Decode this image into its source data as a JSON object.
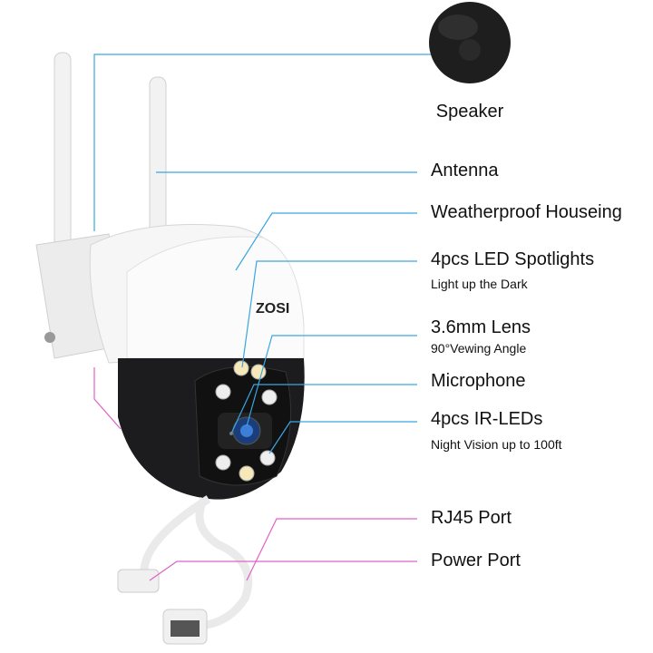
{
  "brand": "ZOSI",
  "colors": {
    "blue_line": "#3aa6e0",
    "pink_line": "#e062c6",
    "body": "#f4f4f4",
    "dome": "#1c1c1e"
  },
  "callouts": {
    "speaker": {
      "title": "Speaker"
    },
    "antenna": {
      "title": "Antenna"
    },
    "housing": {
      "title": "Weatherproof Houseing"
    },
    "spotlights": {
      "title": "4pcs LED Spotlights",
      "subtitle": "Light up the Dark"
    },
    "lens": {
      "title": "3.6mm Lens",
      "subtitle": "90°Vewing Angle"
    },
    "microphone": {
      "title": "Microphone"
    },
    "ir_leds": {
      "title": "4pcs IR-LEDs",
      "subtitle": "Night Vision up to 100ft"
    },
    "rj45": {
      "title": "RJ45 Port"
    },
    "power": {
      "title": "Power Port"
    }
  }
}
